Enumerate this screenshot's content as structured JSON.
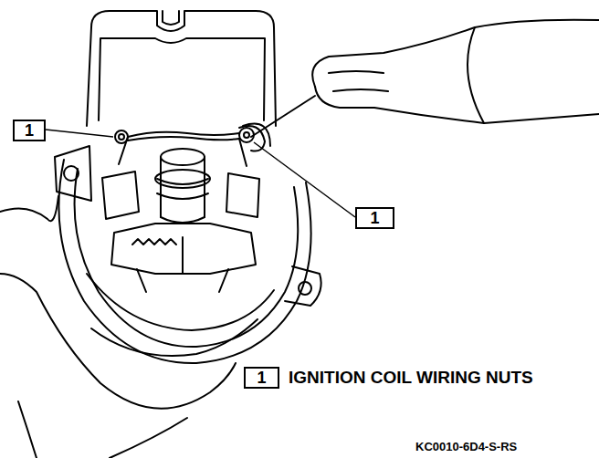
{
  "diagram": {
    "nodes": [
      {
        "text": [
          "1"
        ]
      },
      {
        "text": [
          "1"
        ]
      },
      {
        "text": [
          "1"
        ]
      }
    ],
    "labels": [
      "IGNITION COIL WIRING NUTS",
      "KC0010-6D4-S-RS"
    ]
  }
}
